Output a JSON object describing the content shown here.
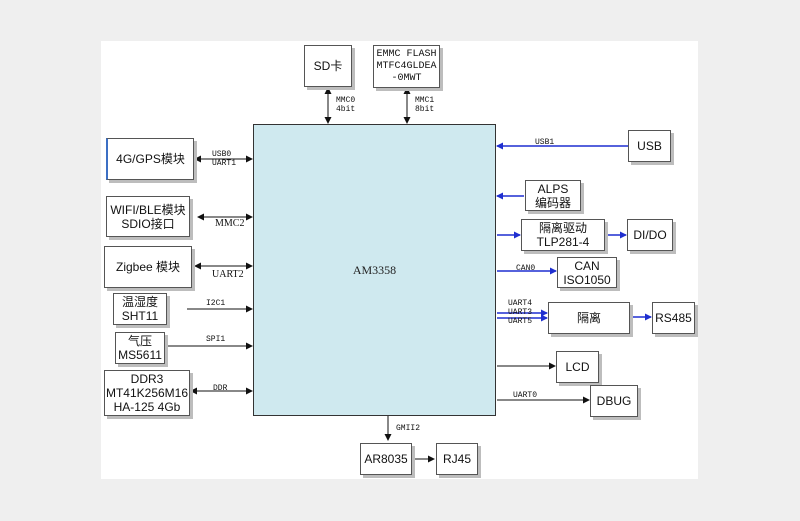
{
  "diagram": {
    "cpu": "AM3358",
    "top": {
      "sd": "SD卡",
      "emmc": [
        "EMMC FLASH",
        "MTFC4GLDEA",
        "-0MWT"
      ],
      "mmc0": [
        "MMC0",
        "4bit"
      ],
      "mmc1": [
        "MMC1",
        "8bit"
      ]
    },
    "left": {
      "gps": "4G/GPS模块",
      "gps_labels": [
        "USB0",
        "UART1"
      ],
      "wifi": [
        "WIFI/BLE模块",
        "SDIO接口"
      ],
      "wifi_label": "MMC2",
      "zigbee": "Zigbee 模块",
      "zigbee_label": "UART2",
      "sht": [
        "温湿度",
        "SHT11"
      ],
      "sht_label": "I2C1",
      "ms": [
        "气压",
        "MS5611"
      ],
      "ms_label": "SPI1",
      "ddr": [
        "DDR3",
        "MT41K256M16",
        "HA-125 4Gb"
      ],
      "ddr_label": "DDR"
    },
    "right": {
      "usb": "USB",
      "usb_label": "USB1",
      "alps": [
        "ALPS",
        "编码器"
      ],
      "isolate_driver": [
        "隔离驱动",
        "TLP281-4"
      ],
      "dido": "DI/DO",
      "can": [
        "CAN",
        "ISO1050"
      ],
      "can_label": "CAN0",
      "uart_labels": [
        "UART4",
        "UART3",
        "UART5"
      ],
      "isolate": "隔离",
      "rs485": "RS485",
      "lcd": "LCD",
      "dbug": "DBUG",
      "dbug_label": "UART0"
    },
    "bottom": {
      "gmii_label": "GMII2",
      "ar8035": "AR8035",
      "rj45": "RJ45"
    }
  },
  "colors": {
    "blue_arrow": "#1f2fd0",
    "black_arrow": "#111111",
    "cpu_fill": "#cfe9ef",
    "background": "#efefef"
  }
}
